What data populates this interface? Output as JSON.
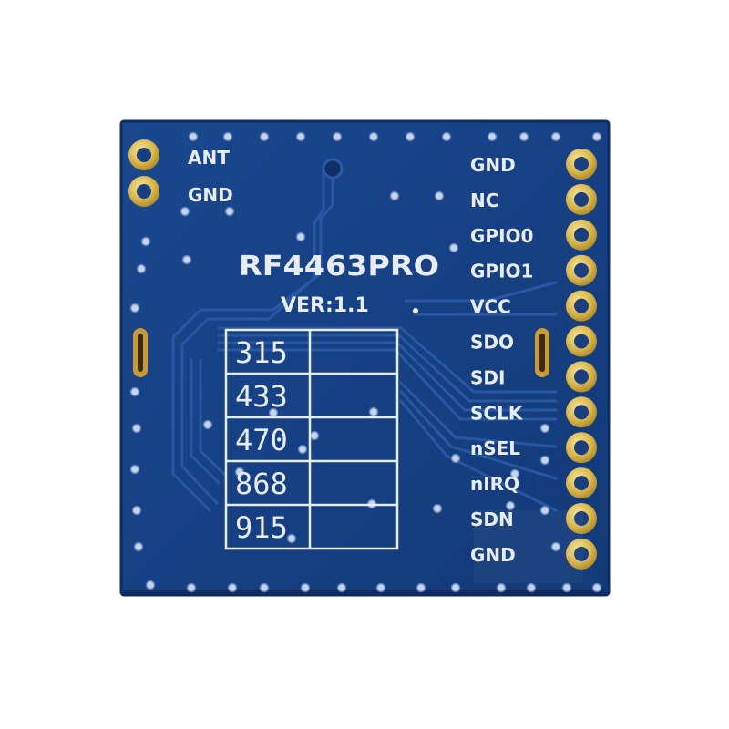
{
  "board": {
    "model": "RF4463PRO",
    "version": "VER:1.1"
  },
  "left_pins": [
    "ANT",
    "GND"
  ],
  "right_pins": [
    "GND",
    "NC",
    "GPIO0",
    "GPIO1",
    "VCC",
    "SDO",
    "SDI",
    "SCLK",
    "nSEL",
    "nIRQ",
    "SDN",
    "GND"
  ],
  "frequency_table": [
    "315",
    "433",
    "470",
    "868",
    "915"
  ],
  "colors": {
    "pcb": "#163f82",
    "pcb_edge": "#0e2d62",
    "silkscreen": "#e8ecf4",
    "gold_pad": "#d9b64a",
    "background": "#ffffff"
  }
}
